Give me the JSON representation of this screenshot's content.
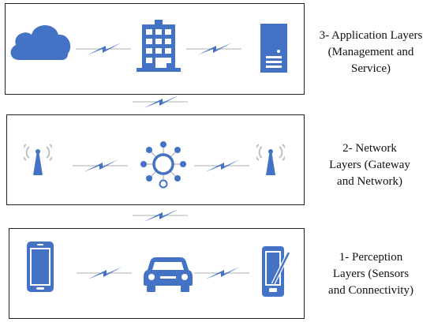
{
  "colors": {
    "icon_blue": "#4472C4",
    "link_gray": "#BFBFBF",
    "border": "#222222"
  },
  "layers": [
    {
      "id": "application",
      "caption_lines": [
        "3- Application Layers",
        "(Management and",
        "Service)"
      ],
      "icons": [
        "cloud-icon",
        "office-building-icon",
        "server-tower-icon"
      ]
    },
    {
      "id": "network",
      "caption_lines": [
        "2- Network",
        "Layers (Gateway",
        "and Network)"
      ],
      "icons": [
        "antenna-tower-icon",
        "network-hub-icon",
        "antenna-tower-icon"
      ]
    },
    {
      "id": "perception",
      "caption_lines": [
        "1- Perception",
        "Layers (Sensors",
        "and Connectivity)"
      ],
      "icons": [
        "smartphone-icon",
        "car-icon",
        "pda-stylus-icon"
      ]
    }
  ]
}
